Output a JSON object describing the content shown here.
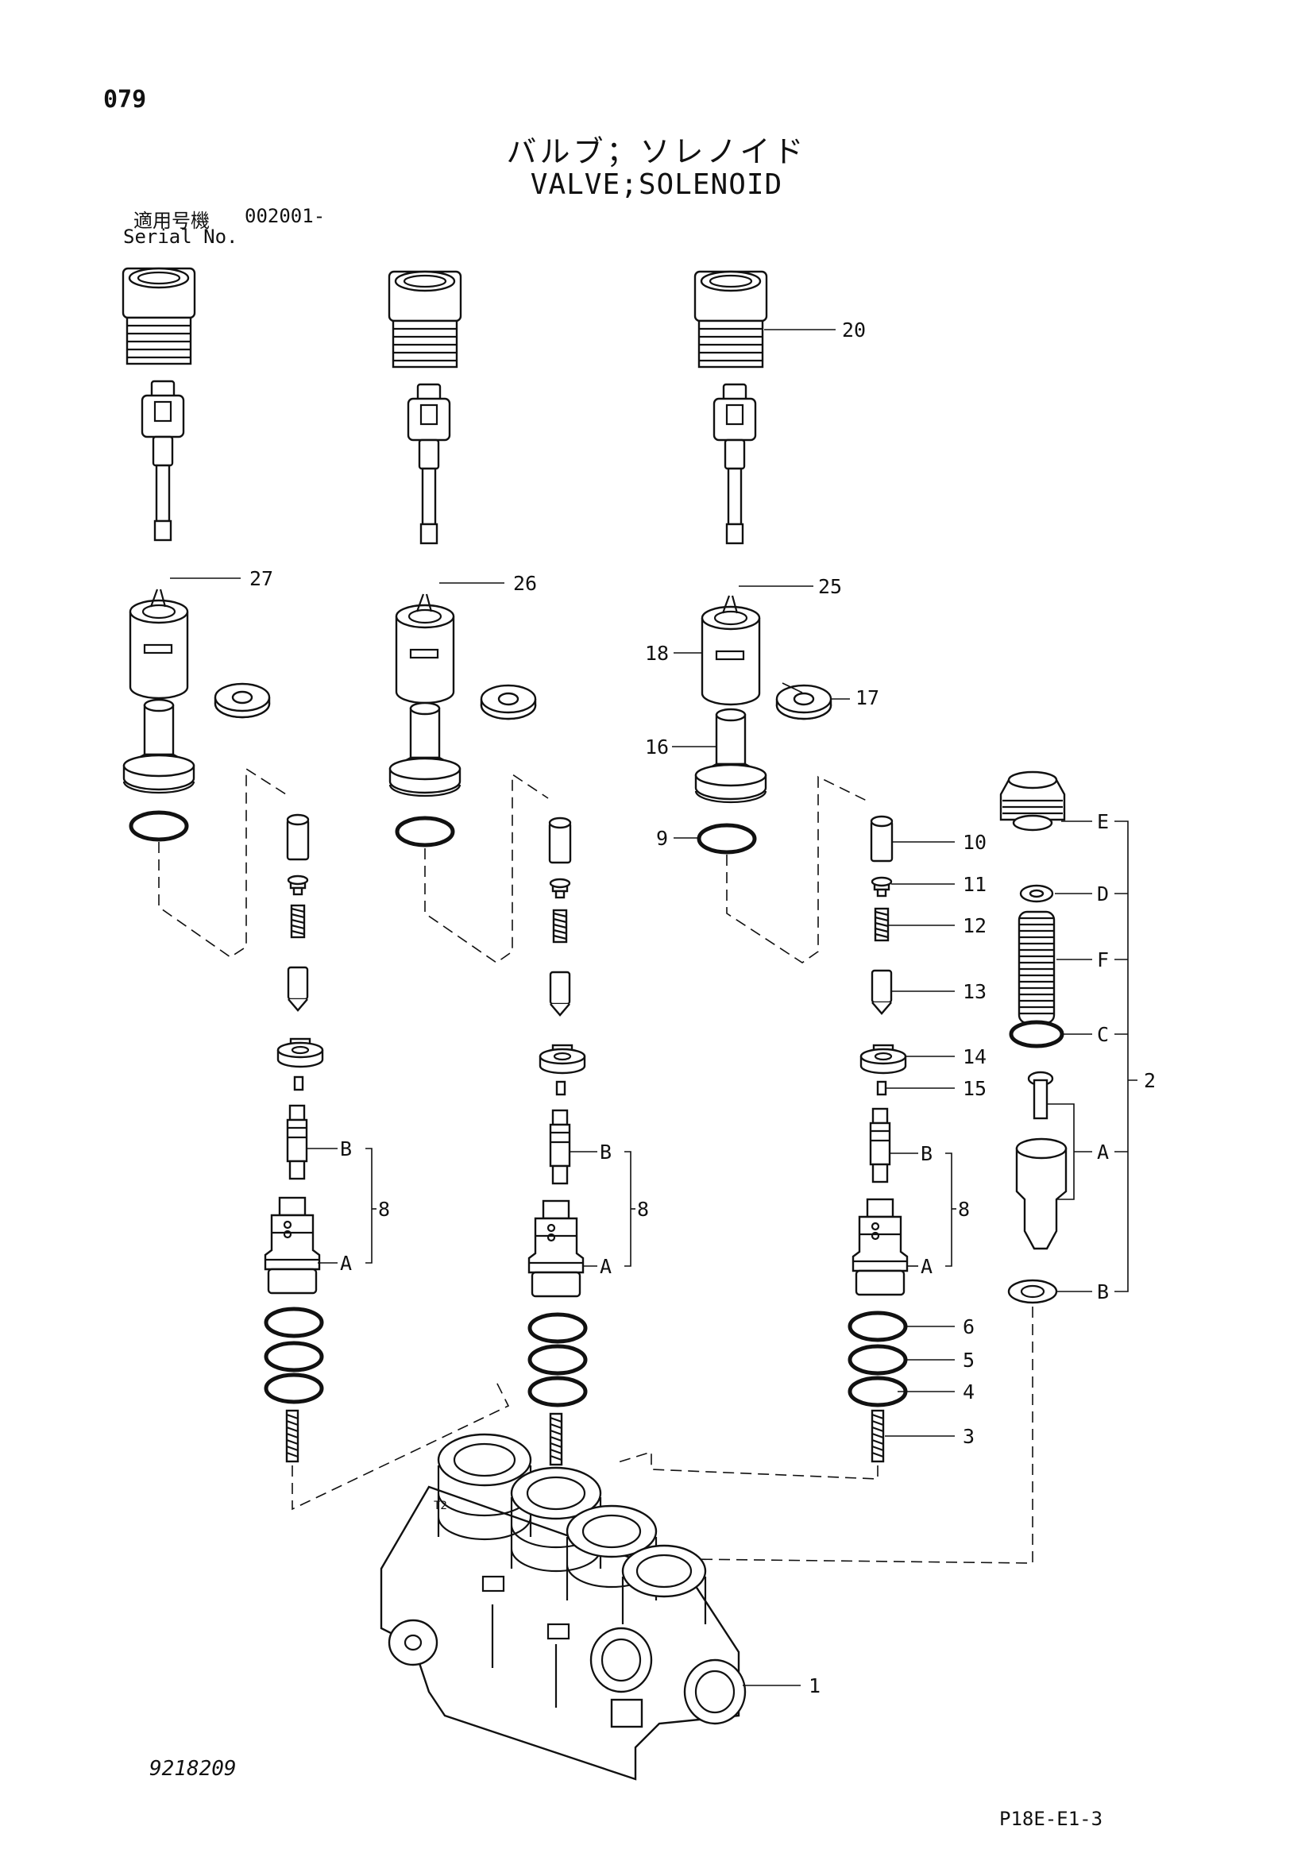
{
  "header": {
    "page_number": "079",
    "title_jp": "バルブ；ソレノイド",
    "title_en": "VALVE;SOLENOID",
    "serial_label_jp": "適用号機",
    "serial_range": "002001-",
    "serial_label_en": "Serial No."
  },
  "footer": {
    "drawing_number": "9218209",
    "sheet_code": "P18E-E1-3"
  },
  "callouts": {
    "c1": "1",
    "c2": "2",
    "c3": "3",
    "c4": "4",
    "c5": "5",
    "c6": "6",
    "c8a": "8",
    "c8b": "8",
    "c8c": "8",
    "c9": "9",
    "c10": "10",
    "c11": "11",
    "c12": "12",
    "c13": "13",
    "c14": "14",
    "c15": "15",
    "c16": "16",
    "c17": "17",
    "c18": "18",
    "c20": "20",
    "c25": "25",
    "c26": "26",
    "c27": "27",
    "left_a": "A",
    "left_b": "B",
    "mid_a": "A",
    "mid_b": "B",
    "right_a": "A",
    "right_b": "B",
    "kit_a": "A",
    "kit_b": "B",
    "kit_c": "C",
    "kit_d": "D",
    "kit_e": "E",
    "kit_f": "F"
  }
}
